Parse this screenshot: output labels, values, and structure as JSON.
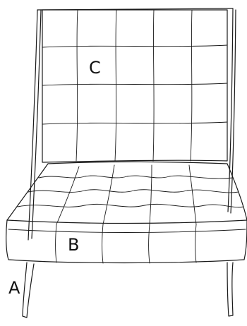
{
  "labels": {
    "backrest": "C",
    "seat": "B",
    "leg": "A"
  },
  "colors": {
    "line": "#1a1a1a",
    "background": "#ffffff"
  }
}
